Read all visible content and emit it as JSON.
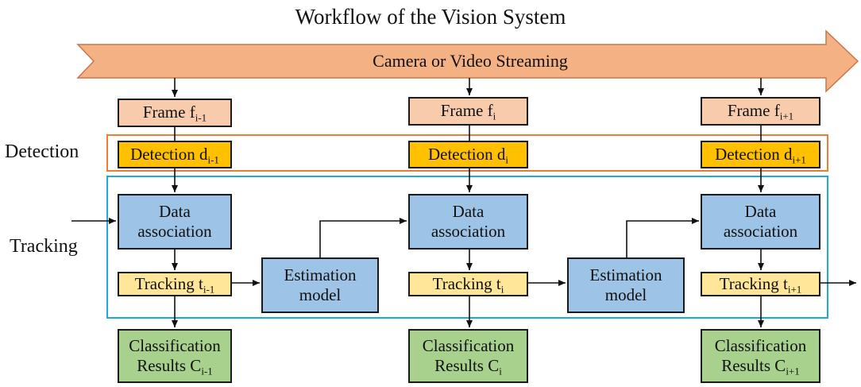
{
  "title": "Workflow of the Vision System",
  "stream_label": "Camera or Video Streaming",
  "row_labels": {
    "detection": "Detection",
    "tracking": "Tracking"
  },
  "columns": [
    {
      "frame": {
        "text": "Frame f",
        "sub": "i-1"
      },
      "detection": {
        "text": "Detection d",
        "sub": "i-1"
      },
      "association": [
        "Data",
        "association"
      ],
      "tracking": {
        "text": "Tracking t",
        "sub": "i-1"
      },
      "classification": {
        "line1": "Classification",
        "line2": "Results C",
        "sub": "i-1"
      }
    },
    {
      "frame": {
        "text": "Frame f",
        "sub": "i"
      },
      "detection": {
        "text": "Detection d",
        "sub": "i"
      },
      "association": [
        "Data",
        "association"
      ],
      "tracking": {
        "text": "Tracking t",
        "sub": "i"
      },
      "classification": {
        "line1": "Classification",
        "line2": "Results C",
        "sub": "i"
      }
    },
    {
      "frame": {
        "text": "Frame f",
        "sub": "i+1"
      },
      "detection": {
        "text": "Detection d",
        "sub": "i+1"
      },
      "association": [
        "Data",
        "association"
      ],
      "tracking": {
        "text": "Tracking t",
        "sub": "i+1"
      },
      "classification": {
        "line1": "Classification",
        "line2": "Results C",
        "sub": "i+1"
      }
    }
  ],
  "estimation": [
    [
      "Estimation",
      "model"
    ],
    [
      "Estimation",
      "model"
    ]
  ],
  "colors": {
    "stream_arrow": "#f4b183",
    "frame": "#f8cbad",
    "detection": "#ffc000",
    "association": "#9dc3e6",
    "tracking": "#ffe699",
    "estimation": "#9dc3e6",
    "classification": "#a9d18e",
    "detection_group_border": "#ed7d31",
    "tracking_group_border": "#1fa8e0"
  }
}
